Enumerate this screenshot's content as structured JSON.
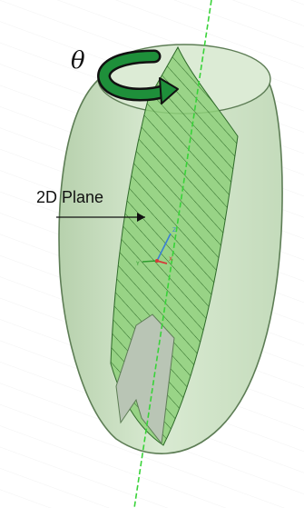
{
  "labels": {
    "rotation_symbol": "θ",
    "plane_label": "2D Plane"
  },
  "axis_triad": {
    "z_label": "Z",
    "x_label": "X",
    "y_label": "Y"
  },
  "colors": {
    "background": "#ffffff",
    "shell_fill": "#cfe3c7",
    "shell_edge": "#5d7d55",
    "plane_fill": "#8ed07a",
    "hatch_line": "#1f5c1a",
    "rotation_arrow": "#1e8f3a",
    "axis_line": "#39d339"
  }
}
